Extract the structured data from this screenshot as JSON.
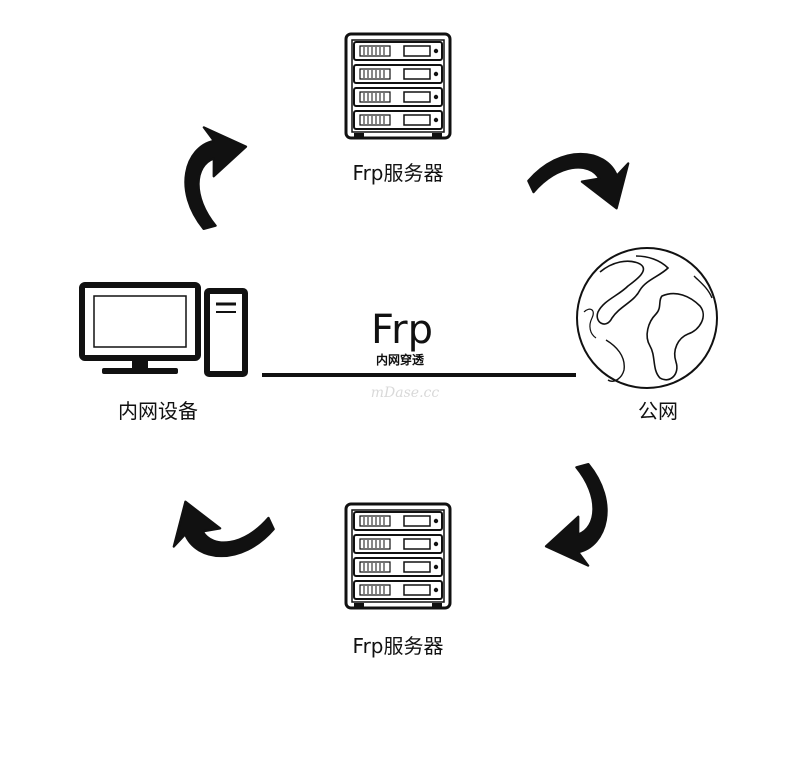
{
  "nodes": {
    "server_top": {
      "label": "Frp服务器",
      "icon": "server-rack-icon"
    },
    "public_net": {
      "label": "公网",
      "icon": "globe-icon"
    },
    "server_bottom": {
      "label": "Frp服务器",
      "icon": "server-rack-icon"
    },
    "intranet_device": {
      "label": "内网设备",
      "icon": "desktop-computer-icon"
    }
  },
  "center": {
    "title": "Frp",
    "subtitle": "内网穿透"
  },
  "watermark": "mDase.cc",
  "arrows": [
    {
      "from": "intranet_device",
      "to": "server_top"
    },
    {
      "from": "server_top",
      "to": "public_net"
    },
    {
      "from": "public_net",
      "to": "server_bottom"
    },
    {
      "from": "server_bottom",
      "to": "intranet_device"
    }
  ],
  "colors": {
    "ink": "#111111",
    "background": "#ffffff",
    "watermark": "#d9d9d9"
  }
}
